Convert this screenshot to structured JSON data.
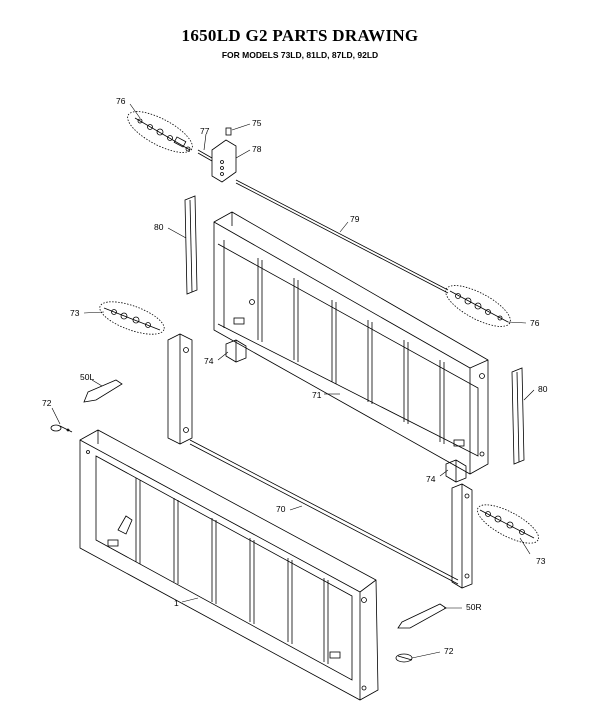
{
  "title": "1650LD G2 PARTS DRAWING",
  "subtitle": "FOR MODELS 73LD, 81LD, 87LD, 92LD",
  "callouts": {
    "c76a": "76",
    "c77": "77",
    "c75": "75",
    "c78": "78",
    "c80a": "80",
    "c79": "79",
    "c73a": "73",
    "c76b": "76",
    "c74a": "74",
    "c50L": "50L",
    "c71": "71",
    "c80b": "80",
    "c72a": "72",
    "c74b": "74",
    "c70": "70",
    "c73b": "73",
    "c50R": "50R",
    "c1": "1",
    "c72b": "72"
  }
}
